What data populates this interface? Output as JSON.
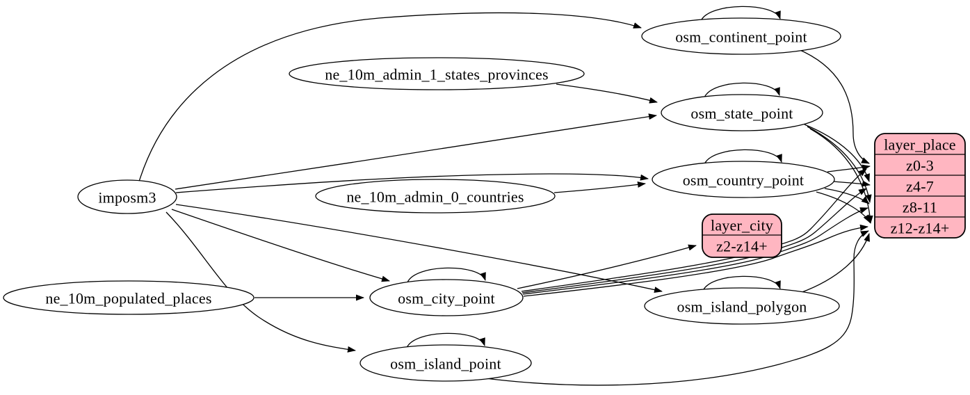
{
  "diagram": {
    "background": "#ffffff",
    "node_fill": "#ffffff",
    "record_fill": "#ffb6c1",
    "stroke_color": "#000000",
    "text_color": "#000000"
  },
  "nodes": {
    "imposm3": {
      "label": "imposm3"
    },
    "ne_10m_admin_1_states_provinces": {
      "label": "ne_10m_admin_1_states_provinces"
    },
    "ne_10m_admin_0_countries": {
      "label": "ne_10m_admin_0_countries"
    },
    "ne_10m_populated_places": {
      "label": "ne_10m_populated_places"
    },
    "osm_continent_point": {
      "label": "osm_continent_point"
    },
    "osm_state_point": {
      "label": "osm_state_point"
    },
    "osm_country_point": {
      "label": "osm_country_point"
    },
    "osm_city_point": {
      "label": "osm_city_point"
    },
    "osm_island_polygon": {
      "label": "osm_island_polygon"
    },
    "osm_island_point": {
      "label": "osm_island_point"
    }
  },
  "records": {
    "layer_place": {
      "title": "layer_place",
      "rows": [
        "z0-3",
        "z4-7",
        "z8-11",
        "z12-z14+"
      ]
    },
    "layer_city": {
      "title": "layer_city",
      "rows": [
        "z2-z14+"
      ]
    }
  },
  "edges": [
    {
      "from": "imposm3",
      "to": "osm_continent_point"
    },
    {
      "from": "imposm3",
      "to": "osm_state_point"
    },
    {
      "from": "imposm3",
      "to": "osm_country_point"
    },
    {
      "from": "imposm3",
      "to": "osm_city_point"
    },
    {
      "from": "imposm3",
      "to": "osm_island_polygon"
    },
    {
      "from": "imposm3",
      "to": "osm_island_point"
    },
    {
      "from": "ne_10m_admin_1_states_provinces",
      "to": "osm_state_point"
    },
    {
      "from": "ne_10m_admin_0_countries",
      "to": "osm_country_point"
    },
    {
      "from": "ne_10m_populated_places",
      "to": "osm_city_point"
    },
    {
      "from": "osm_continent_point",
      "to": "osm_continent_point"
    },
    {
      "from": "osm_state_point",
      "to": "osm_state_point"
    },
    {
      "from": "osm_country_point",
      "to": "osm_country_point"
    },
    {
      "from": "osm_city_point",
      "to": "osm_city_point"
    },
    {
      "from": "osm_island_polygon",
      "to": "osm_island_polygon"
    },
    {
      "from": "osm_island_point",
      "to": "osm_island_point"
    },
    {
      "from": "osm_continent_point",
      "to": "layer_place",
      "row": "z0-3"
    },
    {
      "from": "osm_country_point",
      "to": "layer_place",
      "row": "z0-3"
    },
    {
      "from": "osm_country_point",
      "to": "layer_place",
      "row": "z4-7"
    },
    {
      "from": "osm_country_point",
      "to": "layer_place",
      "row": "z8-11"
    },
    {
      "from": "osm_country_point",
      "to": "layer_place",
      "row": "z12-z14+"
    },
    {
      "from": "osm_state_point",
      "to": "layer_place",
      "row": "z4-7"
    },
    {
      "from": "osm_state_point",
      "to": "layer_place",
      "row": "z8-11"
    },
    {
      "from": "osm_state_point",
      "to": "layer_place",
      "row": "z12-z14+"
    },
    {
      "from": "osm_city_point",
      "to": "layer_city",
      "row": "z2-z14+"
    },
    {
      "from": "osm_city_point",
      "to": "layer_place",
      "row": "z0-3"
    },
    {
      "from": "osm_city_point",
      "to": "layer_place",
      "row": "z4-7"
    },
    {
      "from": "osm_city_point",
      "to": "layer_place",
      "row": "z8-11"
    },
    {
      "from": "osm_city_point",
      "to": "layer_place",
      "row": "z12-z14+"
    },
    {
      "from": "osm_island_polygon",
      "to": "layer_place",
      "row": "z12-z14+"
    },
    {
      "from": "osm_island_point",
      "to": "layer_place",
      "row": "z12-z14+"
    }
  ]
}
